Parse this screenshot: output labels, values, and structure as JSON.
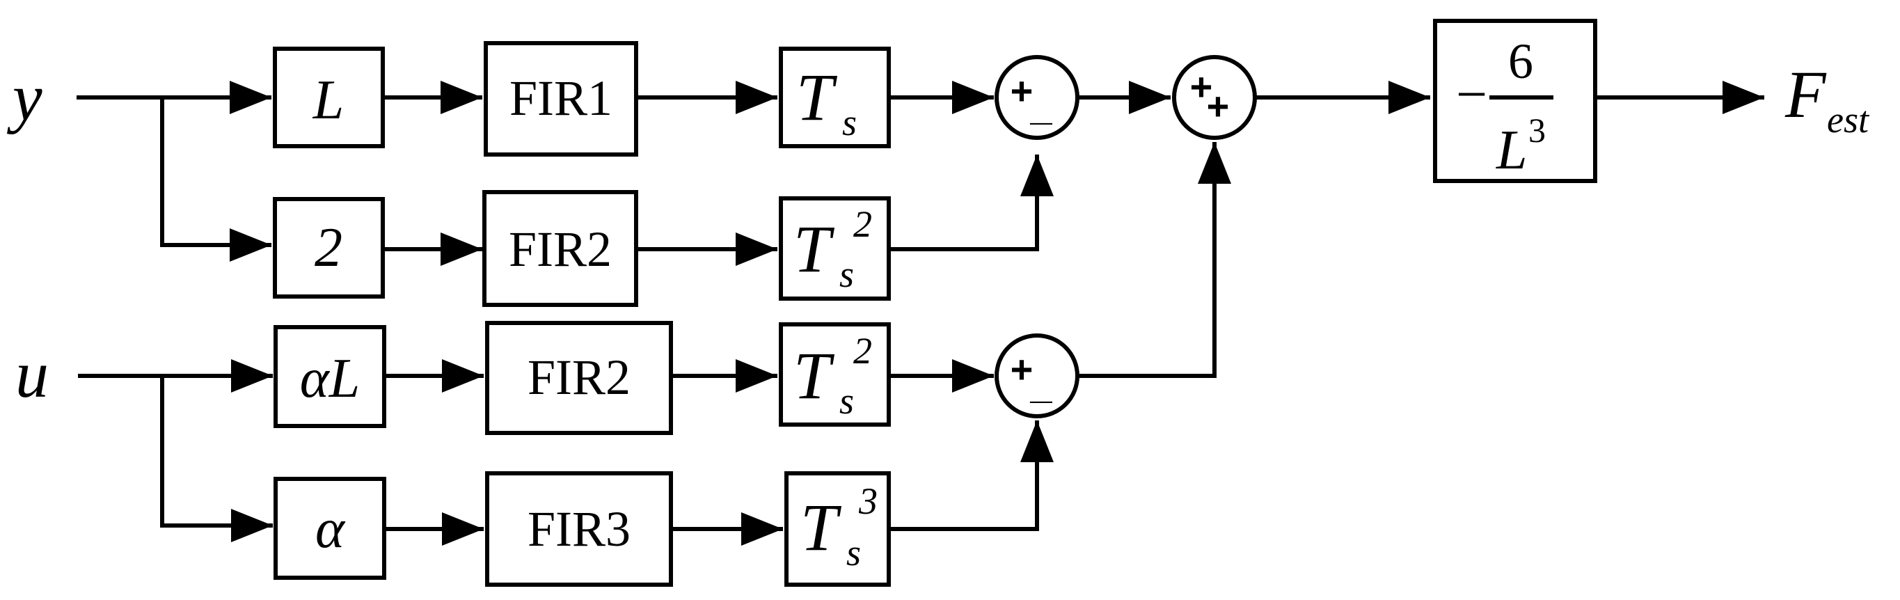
{
  "inputs": {
    "y": "y",
    "u": "u"
  },
  "output": {
    "base": "F",
    "sub": "est"
  },
  "gains": {
    "row1": "L",
    "row2": "2",
    "row3": "αL",
    "row4": "α"
  },
  "filters": {
    "row1": "FIR1",
    "row2": "FIR2",
    "row3": "FIR2",
    "row4": "FIR3"
  },
  "ts": {
    "base": "T",
    "sub": "s",
    "row1_exp": "",
    "row2_exp": "2",
    "row3_exp": "2",
    "row4_exp": "3"
  },
  "sums": {
    "s1": {
      "top": "+",
      "bottom": "_"
    },
    "s2": {
      "top": "+",
      "bottom": "+"
    },
    "s3": {
      "top": "+",
      "bottom": "_"
    }
  },
  "output_gain": {
    "minus": "−",
    "numerator": "6",
    "denominator_base": "L",
    "denominator_exp": "3"
  }
}
